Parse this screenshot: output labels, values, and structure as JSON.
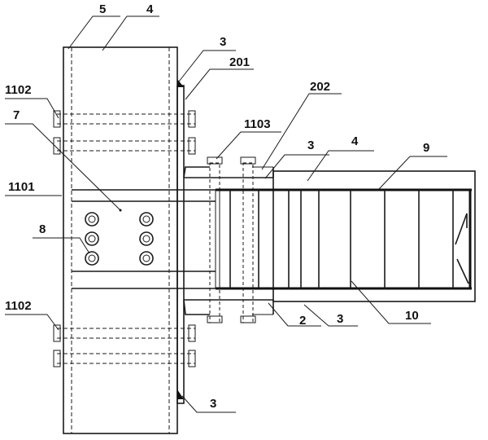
{
  "labels": {
    "l5": "5",
    "l4_top": "4",
    "l3_top": "3",
    "l201": "201",
    "l202": "202",
    "l1102_top": "1102",
    "l7": "7",
    "l1103": "1103",
    "l3_beam": "3",
    "l4_beam": "4",
    "l9": "9",
    "l1101": "1101",
    "l8": "8",
    "l1102_bottom": "1102",
    "l2": "2",
    "l3_lower": "3",
    "l10": "10",
    "l3_bottom": "3"
  }
}
